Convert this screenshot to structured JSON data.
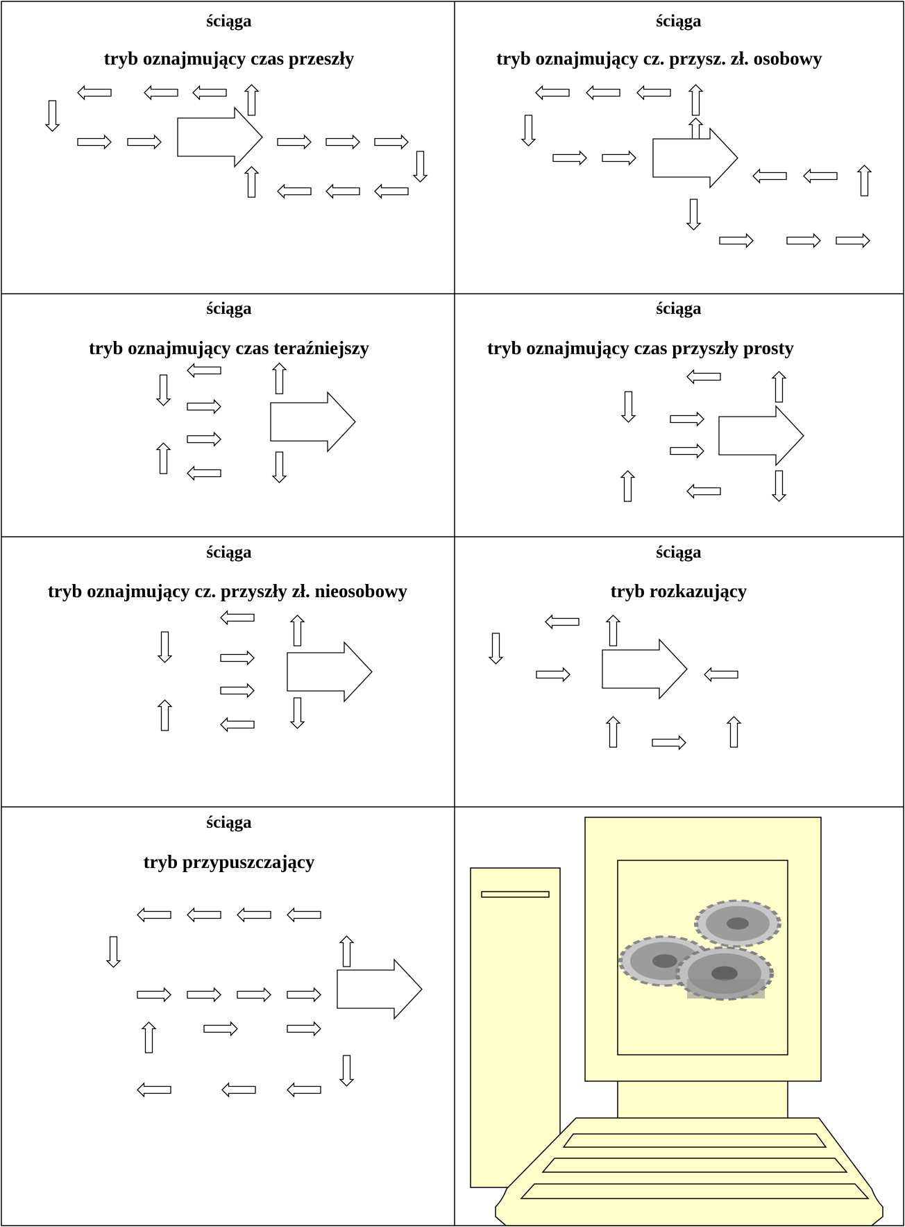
{
  "cells": [
    {
      "heading": "ściąga",
      "title": "tryb oznajmujący czas przeszły"
    },
    {
      "heading": "ściąga",
      "title": "tryb oznajmujący cz. przysz. zł. osobowy"
    },
    {
      "heading": "ściąga",
      "title": "tryb oznajmujący czas teraźniejszy"
    },
    {
      "heading": "ściąga",
      "title": "tryb oznajmujący czas przyszły prosty"
    },
    {
      "heading": "ściąga",
      "title": "tryb oznajmujący cz. przyszły zł. nieosobowy"
    },
    {
      "heading": "ściąga",
      "title": "tryb rozkazujący"
    },
    {
      "heading": "ściąga",
      "title": "tryb przypuszczający"
    }
  ],
  "icons": {
    "arrow": "outline-block-arrow-icon",
    "computer": "desktop-computer-illustration",
    "gears": "gears-icon"
  },
  "colors": {
    "computer_fill": "#ffffcc",
    "gear_fill": "#a8a8a8",
    "outline": "#000000"
  }
}
